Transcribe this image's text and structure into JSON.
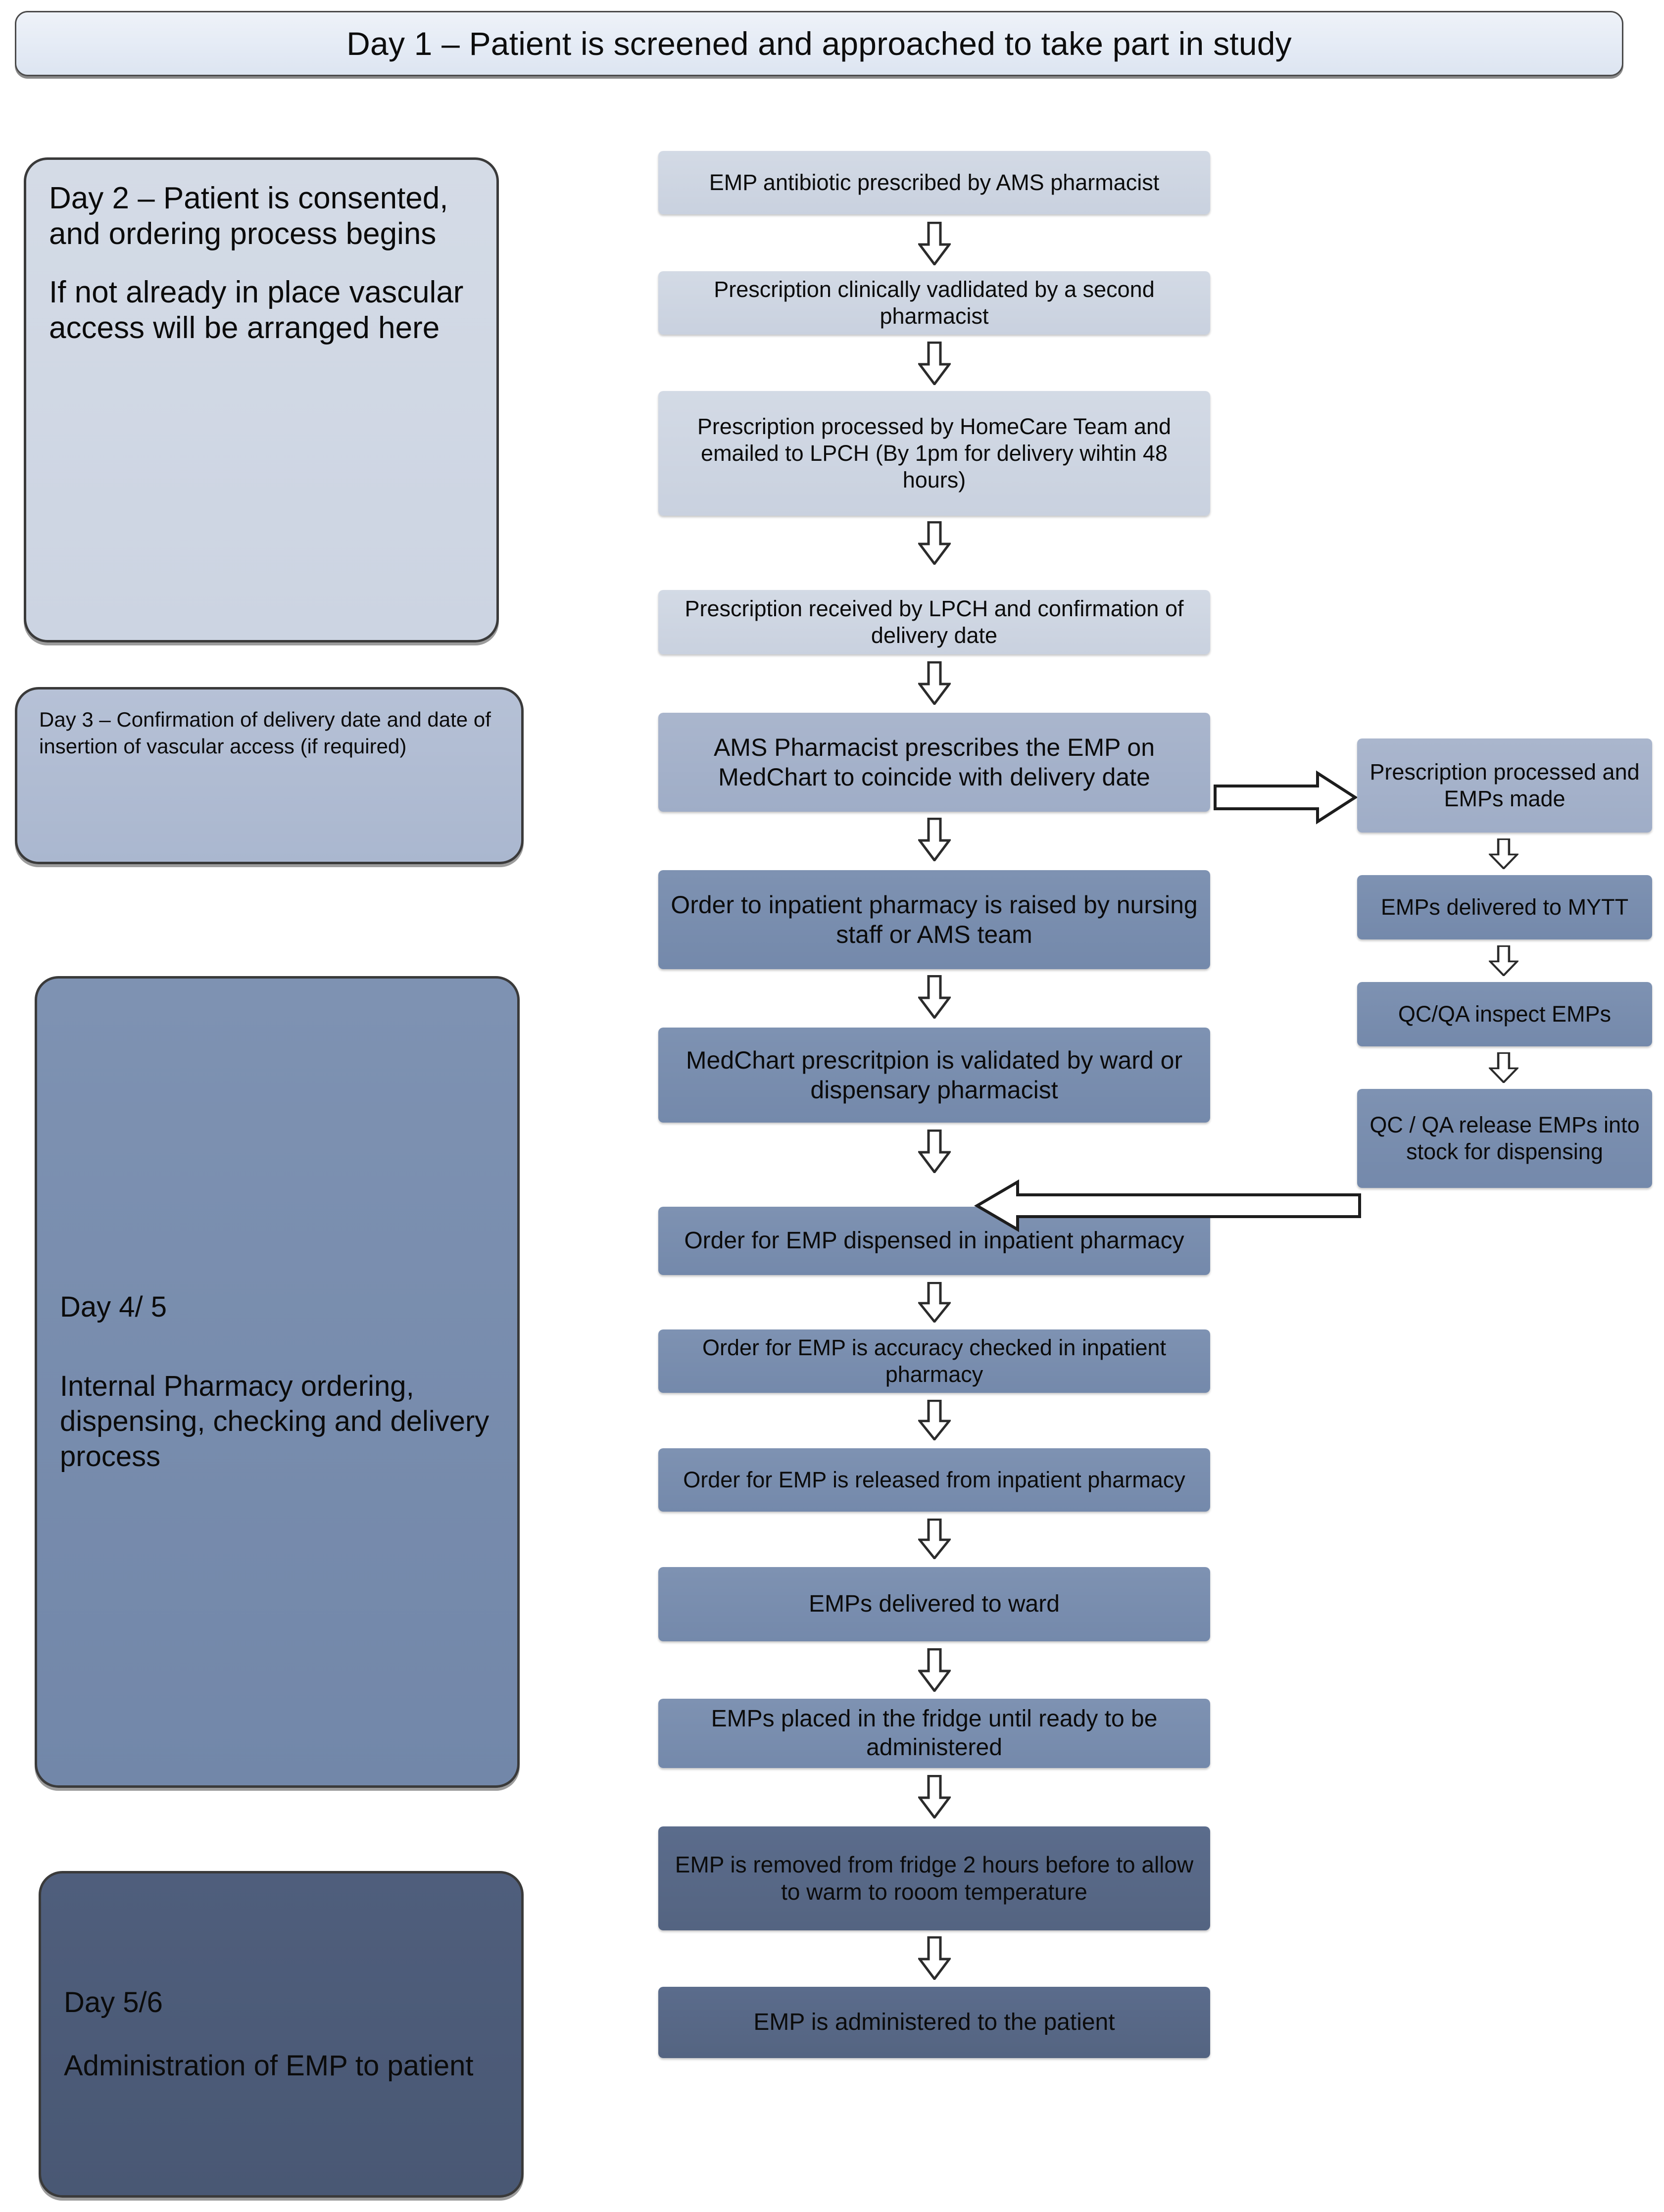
{
  "banner": {
    "text": "Day 1 – Patient is screened and approached to take part in study"
  },
  "phases": [
    {
      "id": "day2",
      "line1": "Day 2 – Patient is consented, and ordering process begins",
      "line2": "If not already in place vascular access will be arranged here"
    },
    {
      "id": "day3",
      "line1": "Day 3 – Confirmation of delivery date and date of insertion of vascular access (if required)",
      "line2": ""
    },
    {
      "id": "day45",
      "line1": "Day 4/ 5",
      "line2": "Internal Pharmacy ordering, dispensing, checking and delivery process"
    },
    {
      "id": "day56",
      "line1": "Day 5/6",
      "line2": "Administration of EMP to patient"
    }
  ],
  "main_flow": [
    {
      "id": "step-1",
      "text": "EMP antibiotic prescribed by AMS pharmacist"
    },
    {
      "id": "step-2",
      "text": "Prescription clinically vadlidated by a second pharmacist"
    },
    {
      "id": "step-3",
      "text": "Prescription processed by HomeCare Team and emailed to LPCH (By 1pm for delivery wihtin 48 hours)"
    },
    {
      "id": "step-4",
      "text": "Prescription  received  by LPCH and confirmation of delivery date"
    },
    {
      "id": "step-5",
      "text": "AMS Pharmacist prescribes the EMP on MedChart to coincide with delivery date"
    },
    {
      "id": "step-6",
      "text": "Order to inpatient pharmacy  is raised by nursing staff or AMS team"
    },
    {
      "id": "step-7",
      "text": "MedChart prescritpion is validated by ward or dispensary pharmacist"
    },
    {
      "id": "step-8",
      "text": "Order for EMP dispensed in inpatient pharmacy"
    },
    {
      "id": "step-9",
      "text": "Order for EMP is accuracy checked in inpatient pharmacy"
    },
    {
      "id": "step-10",
      "text": "Order for EMP is released from inpatient pharmacy"
    },
    {
      "id": "step-11",
      "text": "EMPs delivered to ward"
    },
    {
      "id": "step-12",
      "text": "EMPs placed in the fridge until ready to be administered"
    },
    {
      "id": "step-13",
      "text": "EMP is removed from fridge 2 hours before to allow to warm to rooom temperature"
    },
    {
      "id": "step-14",
      "text": "EMP is administered to the patient"
    }
  ],
  "branch_flow": [
    {
      "id": "branch-1",
      "text": "Prescription processed and EMPs made"
    },
    {
      "id": "branch-2",
      "text": "EMPs delivered to MYTT"
    },
    {
      "id": "branch-3",
      "text": "QC/QA inspect EMPs"
    },
    {
      "id": "branch-4",
      "text": "QC / QA release EMPs into stock for dispensing"
    }
  ],
  "colors": {
    "tone_light": "#ced5e0",
    "tone_mid": "#a5b2ca",
    "tone_dark": "#7a8eae",
    "tone_deep": "#57688a",
    "banner_bg": "#e6ecf6",
    "outline": "#3a3a3a"
  }
}
